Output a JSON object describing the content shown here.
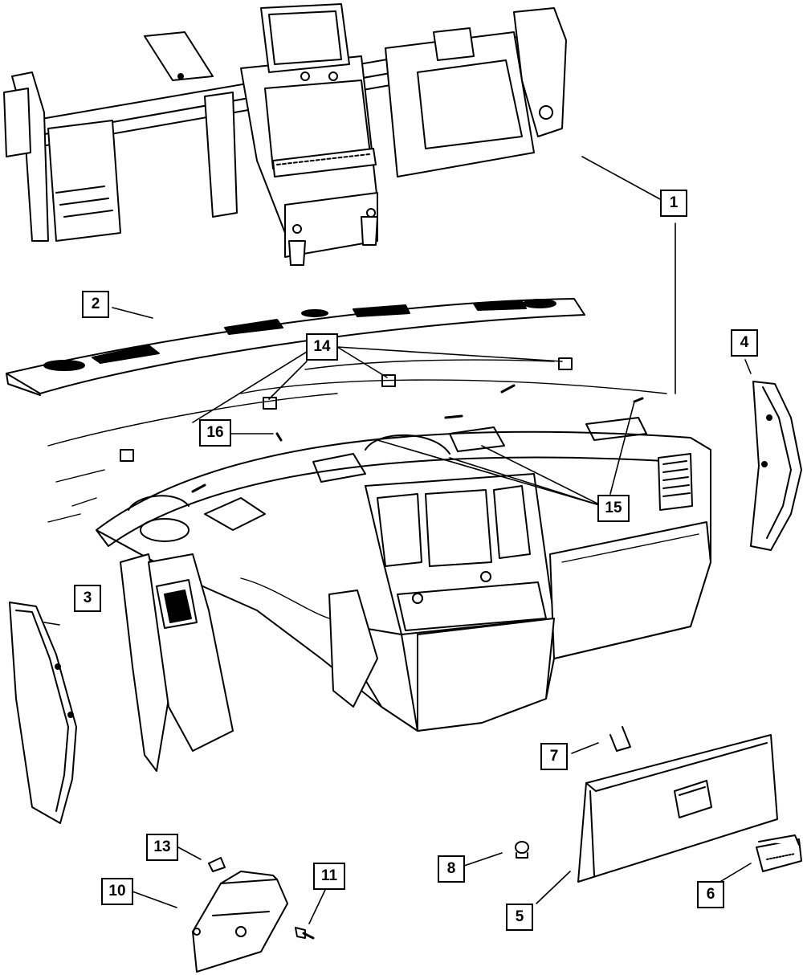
{
  "diagram": {
    "type": "exploded-parts-diagram",
    "line_color": "#000000",
    "background": "#ffffff",
    "callouts": [
      {
        "id": "c1",
        "label": "1",
        "part": "instrument-panel-cross-car-beam"
      },
      {
        "id": "c2",
        "label": "2",
        "part": "instrument-panel-top-cover"
      },
      {
        "id": "c3",
        "label": "3",
        "part": "left-end-cap"
      },
      {
        "id": "c4",
        "label": "4",
        "part": "right-end-cap"
      },
      {
        "id": "c5",
        "label": "5",
        "part": "glove-box-door"
      },
      {
        "id": "c6",
        "label": "6",
        "part": "glove-box-latch"
      },
      {
        "id": "c7",
        "label": "7",
        "part": "glove-box-check-strap"
      },
      {
        "id": "c8",
        "label": "8",
        "part": "glove-box-bumper"
      },
      {
        "id": "c9",
        "label": "10",
        "part": "knee-bolster-bracket"
      },
      {
        "id": "c10",
        "label": "11",
        "part": "bolster-screw"
      },
      {
        "id": "c11",
        "label": "13",
        "part": "bolster-clip"
      },
      {
        "id": "c12",
        "label": "14",
        "part": "wiring-clips"
      },
      {
        "id": "c13",
        "label": "15",
        "part": "mounting-screws"
      },
      {
        "id": "c14",
        "label": "16",
        "part": "harness-clip"
      }
    ]
  }
}
